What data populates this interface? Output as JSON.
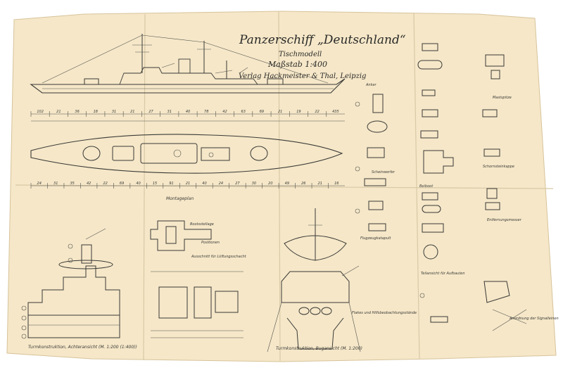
{
  "sheet": {
    "paper_color": "#f5e7c8",
    "ink_color": "#3a3a36",
    "background_color": "#ffffff"
  },
  "title_block": {
    "title": "Panzerschiff „Deutschland“",
    "subtitle": "Tischmodell",
    "scale": "Maßstab 1:400",
    "publisher": "Verlag Hackmeister & Thal, Leipzig"
  },
  "profile": {
    "dimensions": [
      "102",
      "21",
      "36",
      "18",
      "31",
      "21",
      "27",
      "31",
      "40",
      "78",
      "42",
      "63",
      "69",
      "21",
      "19",
      "22",
      "435"
    ]
  },
  "plan": {
    "dimensions": [
      "24",
      "31",
      "35",
      "42",
      "22",
      "69",
      "40",
      "15",
      "91",
      "21",
      "40",
      "24",
      "27",
      "30",
      "20",
      "49",
      "26",
      "21",
      "16"
    ],
    "caption": "Montageplan"
  },
  "labels": {
    "rear_turret": "Turmkonstruktion, Achteransicht (M. 1:200  (1:400))",
    "front_turret": "Turmkonstruktion, Bugansicht (M. 1:200)",
    "base_part": "Bootsstellage",
    "deck_parts": "Positionen",
    "deck_note": "Ausschnitt für Lüftungsschacht",
    "crane_note": "Flakes und Hilfsbeobachtungsstände",
    "anchor": "Anker",
    "searchlight": "Scheinwerfer",
    "aircraft_catapult": "Flugzeugkatapult",
    "boat": "Beiboot",
    "mast_top": "Mastspitze",
    "funnel_cap": "Schornsteinkappe",
    "rangefinder": "Entfernungsmesser",
    "detail_note": "Teilansicht für Aufbauten",
    "arrangement": "Anordnung der Signalleinen"
  }
}
